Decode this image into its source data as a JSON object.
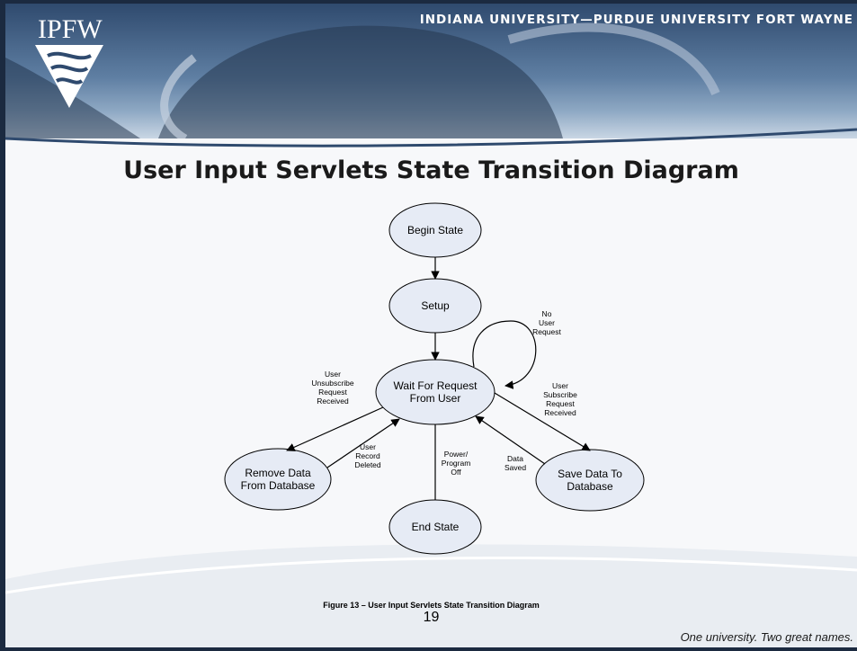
{
  "header": {
    "logo_text": "IPFW",
    "university_name": "INDIANA UNIVERSITY—PURDUE UNIVERSITY FORT WAYNE"
  },
  "slide": {
    "title": "User Input Servlets State Transition Diagram",
    "caption": "Figure 13 – User Input Servlets State Transition Diagram",
    "page_number": "19",
    "tagline": "One university.  Two great names."
  },
  "diagram": {
    "nodes": {
      "begin": "Begin State",
      "setup": "Setup",
      "wait_line1": "Wait For Request",
      "wait_line2": "From User",
      "remove_line1": "Remove Data",
      "remove_line2": "From Database",
      "save_line1": "Save Data To",
      "save_line2": "Database",
      "end": "End State"
    },
    "edges": {
      "no_request": [
        "No",
        "User",
        "Request"
      ],
      "unsubscribe": [
        "User",
        "Unsubscribe",
        "Request",
        "Received"
      ],
      "subscribe": [
        "User",
        "Subscribe",
        "Request",
        "Received"
      ],
      "record_deleted": [
        "User",
        "Record",
        "Deleted"
      ],
      "power_off": [
        "Power/",
        "Program",
        "Off"
      ],
      "data_saved": [
        "Data",
        "Saved"
      ]
    }
  },
  "colors": {
    "node_fill": "#e6ebf5",
    "node_stroke": "#000000",
    "header_dark": "#2f4a6e",
    "title_text": "#1a1a1a"
  }
}
